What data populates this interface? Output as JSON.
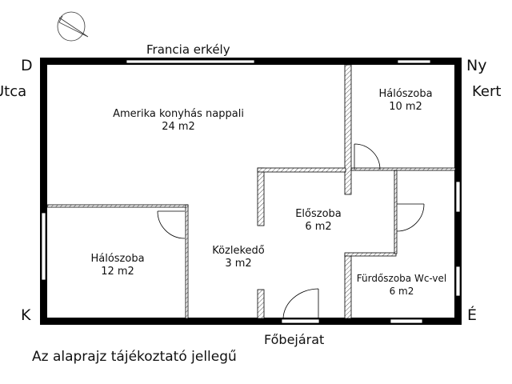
{
  "labels": {
    "balcony": "Francia erkély",
    "street": "Utca",
    "garden": "Kert",
    "entrance": "Főbejárat",
    "disclaimer": "Az alaprajz tájékoztató jellegű"
  },
  "compass": {
    "north_west": "D",
    "north_east": "Ny",
    "south_west": "K",
    "south_east": "É"
  },
  "rooms": [
    {
      "name": "Amerika konyhás nappali",
      "area": "24 m2"
    },
    {
      "name": "Hálószoba",
      "area": "10 m2"
    },
    {
      "name": "Előszoba",
      "area": "6 m2"
    },
    {
      "name": "Hálószoba",
      "area": "12 m2"
    },
    {
      "name": "Közlekedő",
      "area": "3 m2"
    },
    {
      "name": "Fürdőszoba Wc-vel",
      "area": "6 m2"
    }
  ]
}
